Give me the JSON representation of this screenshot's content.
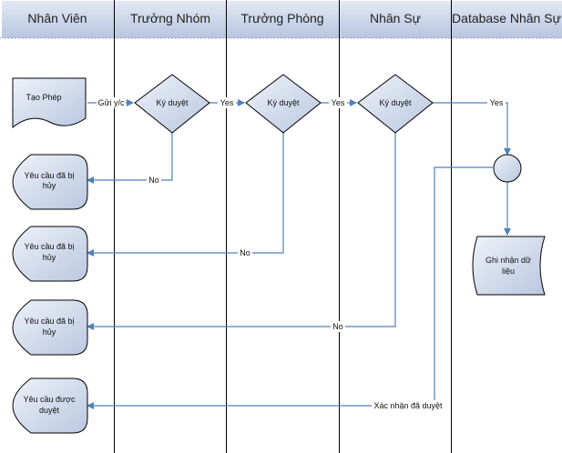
{
  "lanes": [
    {
      "id": "nhan-vien",
      "title": "Nhân Viên"
    },
    {
      "id": "truong-nhom",
      "title": "Trưởng Nhóm"
    },
    {
      "id": "truong-phong",
      "title": "Trưởng Phòng"
    },
    {
      "id": "nhan-su",
      "title": "Nhân Sự"
    },
    {
      "id": "database",
      "title": "Database Nhân Sự"
    }
  ],
  "shapes": {
    "tao_phep": "Tạo Phép",
    "ky_duyet_1": "Ký duyệt",
    "ky_duyet_2": "Ký duyệt",
    "ky_duyet_3": "Ký duyệt",
    "huy_1": [
      "Yêu cầu đã bị",
      "hủy"
    ],
    "huy_2": [
      "Yêu cầu đã bị",
      "hủy"
    ],
    "huy_3": [
      "Yêu cầu đã bị",
      "hủy"
    ],
    "duoc_duyet": [
      "Yêu cầu được",
      "duyệt"
    ],
    "ghi_nhan": [
      "Ghi nhận dữ",
      "liệu"
    ]
  },
  "connector_labels": {
    "gui_yc": "Gửi y/c",
    "yes_1": "Yes",
    "yes_2": "Yes",
    "yes_3": "Yes",
    "no_1": "No",
    "no_2": "No",
    "no_3": "No",
    "xac_nhan": "Xác nhận đã duyệt"
  },
  "colors": {
    "header_fill": "#c9d3e6",
    "shape_fill": "#c9d3e6",
    "line": "#4f81bd",
    "lane_border": "#000000"
  }
}
